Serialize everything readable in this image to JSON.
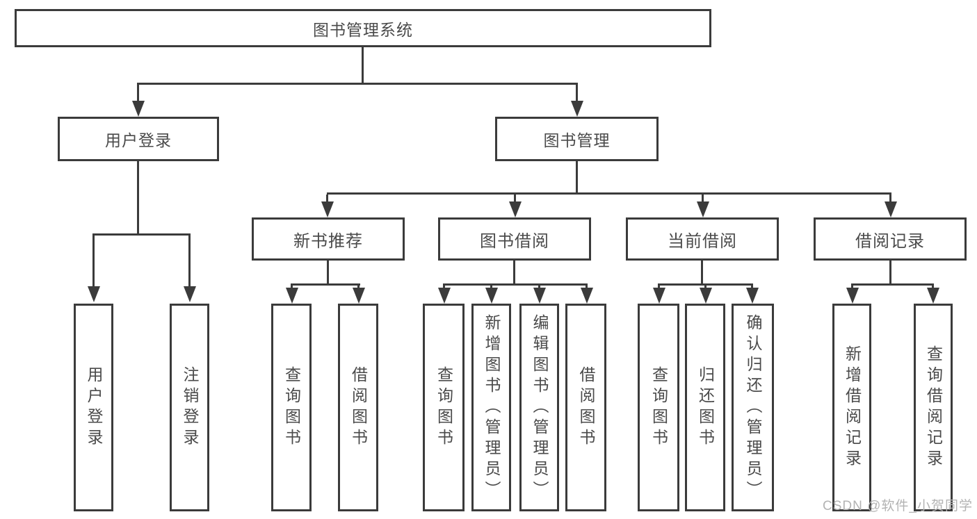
{
  "diagram": {
    "title": "图书管理系统",
    "level2": [
      {
        "label": "用户登录"
      },
      {
        "label": "图书管理"
      }
    ],
    "level3": [
      {
        "label": "新书推荐"
      },
      {
        "label": "图书借阅"
      },
      {
        "label": "当前借阅"
      },
      {
        "label": "借阅记录"
      }
    ],
    "leaves": [
      {
        "label": "用户登录"
      },
      {
        "label": "注销登录"
      },
      {
        "label": "查询图书"
      },
      {
        "label": "借阅图书"
      },
      {
        "label": "查询图书"
      },
      {
        "label": "新增图书（管理员）"
      },
      {
        "label": "编辑图书（管理员）"
      },
      {
        "label": "借阅图书"
      },
      {
        "label": "查询图书"
      },
      {
        "label": "归还图书"
      },
      {
        "label": "确认归还（管理员）"
      },
      {
        "label": "新增借阅记录"
      },
      {
        "label": "查询借阅记录"
      }
    ]
  },
  "watermark": {
    "text": "CSDN @软件_小贺同学"
  },
  "colors": {
    "line": "#3b3b3b",
    "text": "#4a4a4a",
    "watermark": "#b3b3b3"
  }
}
